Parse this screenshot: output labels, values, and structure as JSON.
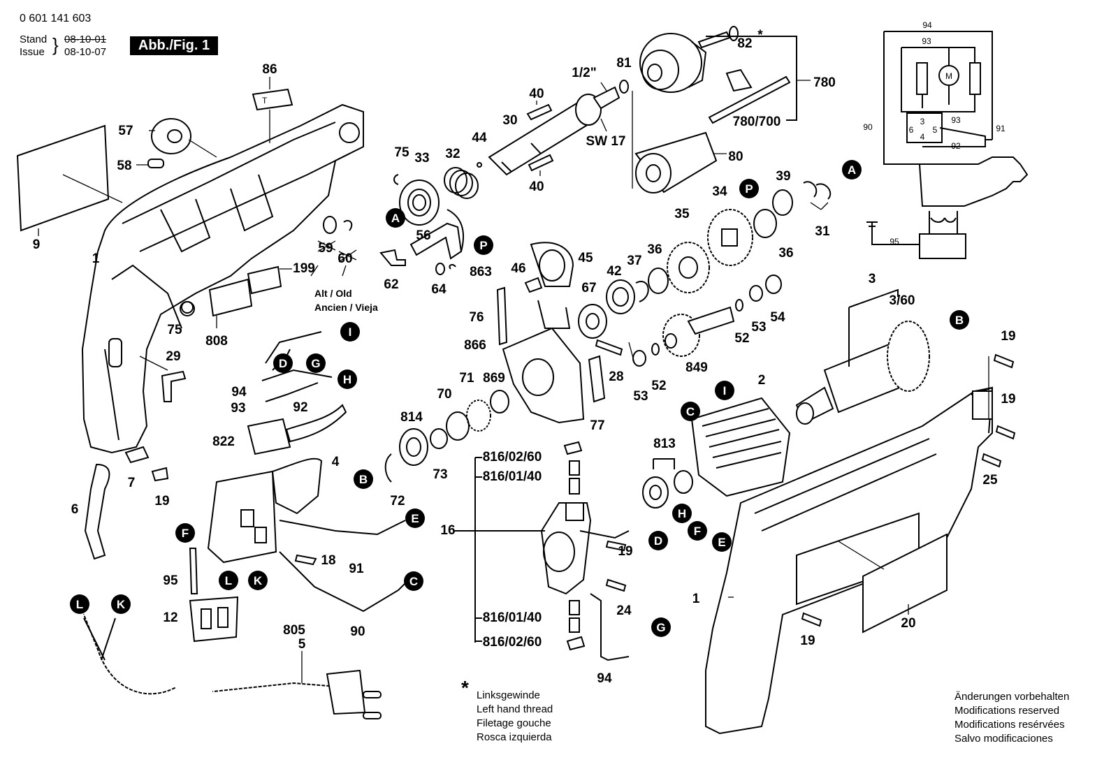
{
  "header": {
    "part_number": "0 601 141 603",
    "stand_label": "Stand",
    "issue_label": "Issue",
    "old_date": "08-10-01",
    "issue_date": "08-10-07",
    "figure_badge": "Abb./Fig. 1"
  },
  "alt_note": {
    "line1": "Alt / Old",
    "line2": "Ancien / Vieja"
  },
  "footnote": {
    "star": "*",
    "lines": [
      "Linksgewinde",
      "Left hand thread",
      "Filetage gouche",
      "Rosca izquierda"
    ]
  },
  "disclaimer": {
    "lines": [
      "Änderungen vorbehalten",
      "Modifications reserved",
      "Modifications resérvées",
      "Salvo modificaciones"
    ]
  },
  "part_labels": [
    {
      "id": "p86",
      "text": "86"
    },
    {
      "id": "p57",
      "text": "57"
    },
    {
      "id": "p58",
      "text": "58"
    },
    {
      "id": "p9",
      "text": "9"
    },
    {
      "id": "p1a",
      "text": "1"
    },
    {
      "id": "p75a",
      "text": "75"
    },
    {
      "id": "p808",
      "text": "808"
    },
    {
      "id": "p29",
      "text": "29"
    },
    {
      "id": "p199",
      "text": "199"
    },
    {
      "id": "p59",
      "text": "59"
    },
    {
      "id": "p60",
      "text": "60"
    },
    {
      "id": "p62",
      "text": "62"
    },
    {
      "id": "p75b",
      "text": "75"
    },
    {
      "id": "p33",
      "text": "33"
    },
    {
      "id": "p32",
      "text": "32"
    },
    {
      "id": "p44",
      "text": "44"
    },
    {
      "id": "p30",
      "text": "30"
    },
    {
      "id": "p40a",
      "text": "40"
    },
    {
      "id": "p40b",
      "text": "40"
    },
    {
      "id": "p12in",
      "text": "1/2\""
    },
    {
      "id": "p81",
      "text": "81"
    },
    {
      "id": "psw17",
      "text": "SW 17"
    },
    {
      "id": "p82",
      "text": "82"
    },
    {
      "id": "p82star",
      "text": "*"
    },
    {
      "id": "p780",
      "text": "780"
    },
    {
      "id": "p780700",
      "text": "780/700"
    },
    {
      "id": "p80",
      "text": "80"
    },
    {
      "id": "p56",
      "text": "56"
    },
    {
      "id": "p64",
      "text": "64"
    },
    {
      "id": "p863",
      "text": "863"
    },
    {
      "id": "p45",
      "text": "45"
    },
    {
      "id": "p46",
      "text": "46"
    },
    {
      "id": "p67",
      "text": "67"
    },
    {
      "id": "p42",
      "text": "42"
    },
    {
      "id": "p37",
      "text": "37"
    },
    {
      "id": "p36a",
      "text": "36"
    },
    {
      "id": "p35",
      "text": "35"
    },
    {
      "id": "p34",
      "text": "34"
    },
    {
      "id": "p39",
      "text": "39"
    },
    {
      "id": "p36b",
      "text": "36"
    },
    {
      "id": "p31",
      "text": "31"
    },
    {
      "id": "p76",
      "text": "76"
    },
    {
      "id": "p866",
      "text": "866"
    },
    {
      "id": "p28",
      "text": "28"
    },
    {
      "id": "p53a",
      "text": "53"
    },
    {
      "id": "p52a",
      "text": "52"
    },
    {
      "id": "p849",
      "text": "849"
    },
    {
      "id": "p52b",
      "text": "52"
    },
    {
      "id": "p53b",
      "text": "53"
    },
    {
      "id": "p54",
      "text": "54"
    },
    {
      "id": "p77",
      "text": "77"
    },
    {
      "id": "p94a",
      "text": "94"
    },
    {
      "id": "p93",
      "text": "93"
    },
    {
      "id": "p92",
      "text": "92"
    },
    {
      "id": "p822",
      "text": "822"
    },
    {
      "id": "p4",
      "text": "4"
    },
    {
      "id": "p814",
      "text": "814"
    },
    {
      "id": "p70",
      "text": "70"
    },
    {
      "id": "p71",
      "text": "71"
    },
    {
      "id": "p869",
      "text": "869"
    },
    {
      "id": "p73",
      "text": "73"
    },
    {
      "id": "p72",
      "text": "72"
    },
    {
      "id": "p7",
      "text": "7"
    },
    {
      "id": "p19a",
      "text": "19"
    },
    {
      "id": "p6",
      "text": "6"
    },
    {
      "id": "p18",
      "text": "18"
    },
    {
      "id": "p91",
      "text": "91"
    },
    {
      "id": "p95",
      "text": "95"
    },
    {
      "id": "p12",
      "text": "12"
    },
    {
      "id": "p90",
      "text": "90"
    },
    {
      "id": "p805",
      "text": "805"
    },
    {
      "id": "p5",
      "text": "5"
    },
    {
      "id": "p16",
      "text": "16"
    },
    {
      "id": "p816_02_60a",
      "text": "816/02/60"
    },
    {
      "id": "p816_01_40a",
      "text": "816/01/40"
    },
    {
      "id": "p816_01_40b",
      "text": "816/01/40"
    },
    {
      "id": "p816_02_60b",
      "text": "816/02/60"
    },
    {
      "id": "p813",
      "text": "813"
    },
    {
      "id": "p2",
      "text": "2"
    },
    {
      "id": "p19b",
      "text": "19"
    },
    {
      "id": "p24",
      "text": "24"
    },
    {
      "id": "p94b",
      "text": "94"
    },
    {
      "id": "p3",
      "text": "3"
    },
    {
      "id": "p360",
      "text": "3/60"
    },
    {
      "id": "p19c",
      "text": "19"
    },
    {
      "id": "p19d",
      "text": "19"
    },
    {
      "id": "p25",
      "text": "25"
    },
    {
      "id": "p1b",
      "text": "1"
    },
    {
      "id": "p20",
      "text": "20"
    },
    {
      "id": "p19e",
      "text": "19"
    }
  ],
  "connector_markers": [
    {
      "id": "cA1",
      "letter": "A"
    },
    {
      "id": "cA2",
      "letter": "A"
    },
    {
      "id": "cP1",
      "letter": "P"
    },
    {
      "id": "cP2",
      "letter": "P"
    },
    {
      "id": "cB1",
      "letter": "B"
    },
    {
      "id": "cB2",
      "letter": "B"
    },
    {
      "id": "cC1",
      "letter": "C"
    },
    {
      "id": "cC2",
      "letter": "C"
    },
    {
      "id": "cD1",
      "letter": "D"
    },
    {
      "id": "cD2",
      "letter": "D"
    },
    {
      "id": "cE1",
      "letter": "E"
    },
    {
      "id": "cE2",
      "letter": "E"
    },
    {
      "id": "cF1",
      "letter": "F"
    },
    {
      "id": "cF2",
      "letter": "F"
    },
    {
      "id": "cG1",
      "letter": "G"
    },
    {
      "id": "cG2",
      "letter": "G"
    },
    {
      "id": "cH1",
      "letter": "H"
    },
    {
      "id": "cH2",
      "letter": "H"
    },
    {
      "id": "cI1",
      "letter": "I"
    },
    {
      "id": "cI2",
      "letter": "I"
    },
    {
      "id": "cK1",
      "letter": "K"
    },
    {
      "id": "cK2",
      "letter": "K"
    },
    {
      "id": "cL1",
      "letter": "L"
    },
    {
      "id": "cL2",
      "letter": "L"
    }
  ],
  "schematic": {
    "labels": [
      {
        "id": "s94",
        "text": "94"
      },
      {
        "id": "s93a",
        "text": "93"
      },
      {
        "id": "sM",
        "text": "M"
      },
      {
        "id": "s90",
        "text": "90"
      },
      {
        "id": "s91",
        "text": "91"
      },
      {
        "id": "s3",
        "text": "3"
      },
      {
        "id": "s6",
        "text": "6"
      },
      {
        "id": "s5",
        "text": "5"
      },
      {
        "id": "s93b",
        "text": "93"
      },
      {
        "id": "s4",
        "text": "4"
      },
      {
        "id": "s92",
        "text": "92"
      },
      {
        "id": "s95",
        "text": "95"
      }
    ]
  }
}
